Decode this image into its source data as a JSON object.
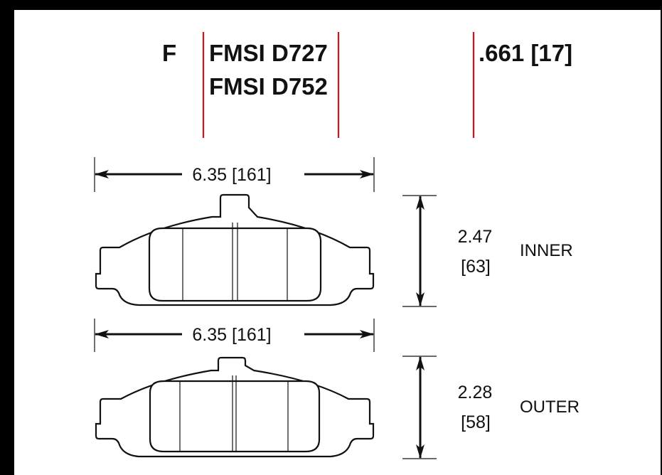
{
  "header": {
    "position": "F",
    "fmsi_1": "FMSI D727",
    "fmsi_2": "FMSI D752",
    "thickness": ".661 [17]"
  },
  "pads": [
    {
      "width": "6.35 [161]",
      "height_in": "2.47",
      "height_mm": "[63]",
      "label": "INNER"
    },
    {
      "width": "6.35 [161]",
      "height_in": "2.28",
      "height_mm": "[58]",
      "label": "OUTER"
    }
  ],
  "colors": {
    "separator": "#d0121a",
    "ink": "#111111",
    "frame": "#000000"
  }
}
